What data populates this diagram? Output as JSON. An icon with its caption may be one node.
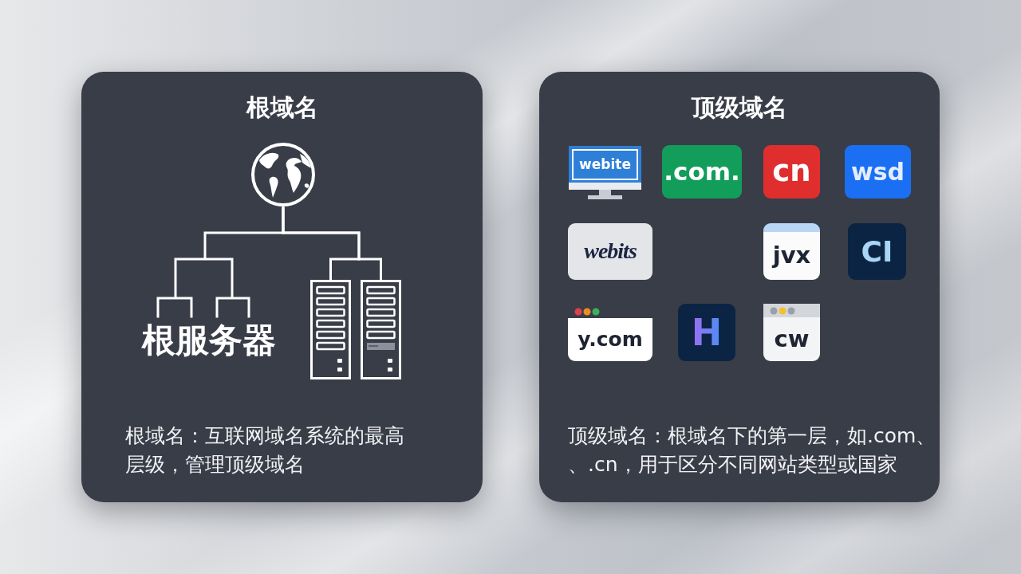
{
  "diagram": {
    "nodes": [
      {
        "text": [
          "根域名",
          "根域名：互联网域名系统的最高层级，管理顶级域名"
        ]
      },
      {
        "text": [],
        "shape": "picture",
        "in": 0
      },
      {
        "text": [
          "根服务器"
        ],
        "in": 0
      },
      {
        "text": [],
        "shape": "picture",
        "in": 0
      },
      {
        "text": [],
        "shape": "picture",
        "in": 0
      },
      {
        "text": [
          "顶级域名",
          "顶级域名：根域名下的第一层，如.com、、.cn，用于区分不同网站类型或国家"
        ]
      },
      {
        "text": [
          "webite"
        ],
        "in": 5
      },
      {
        "text": [
          ".com."
        ],
        "in": 5
      },
      {
        "text": [
          "cn"
        ],
        "in": 5
      },
      {
        "text": [
          "wsd"
        ],
        "in": 5
      },
      {
        "text": [
          "webits"
        ],
        "in": 5
      },
      {
        "text": [
          "jvx"
        ],
        "in": 5
      },
      {
        "text": [
          "CI"
        ],
        "in": 5
      },
      {
        "text": [
          "y.com"
        ],
        "in": 5
      },
      {
        "text": [
          "H"
        ],
        "in": 5
      },
      {
        "text": [
          "cw"
        ],
        "in": 5
      }
    ],
    "edges": [
      {
        "from": 1,
        "to": 2,
        "arrow": "none"
      },
      {
        "from": 1,
        "to": 3,
        "arrow": "none"
      },
      {
        "from": 1,
        "to": 4,
        "arrow": "none"
      }
    ]
  }
}
